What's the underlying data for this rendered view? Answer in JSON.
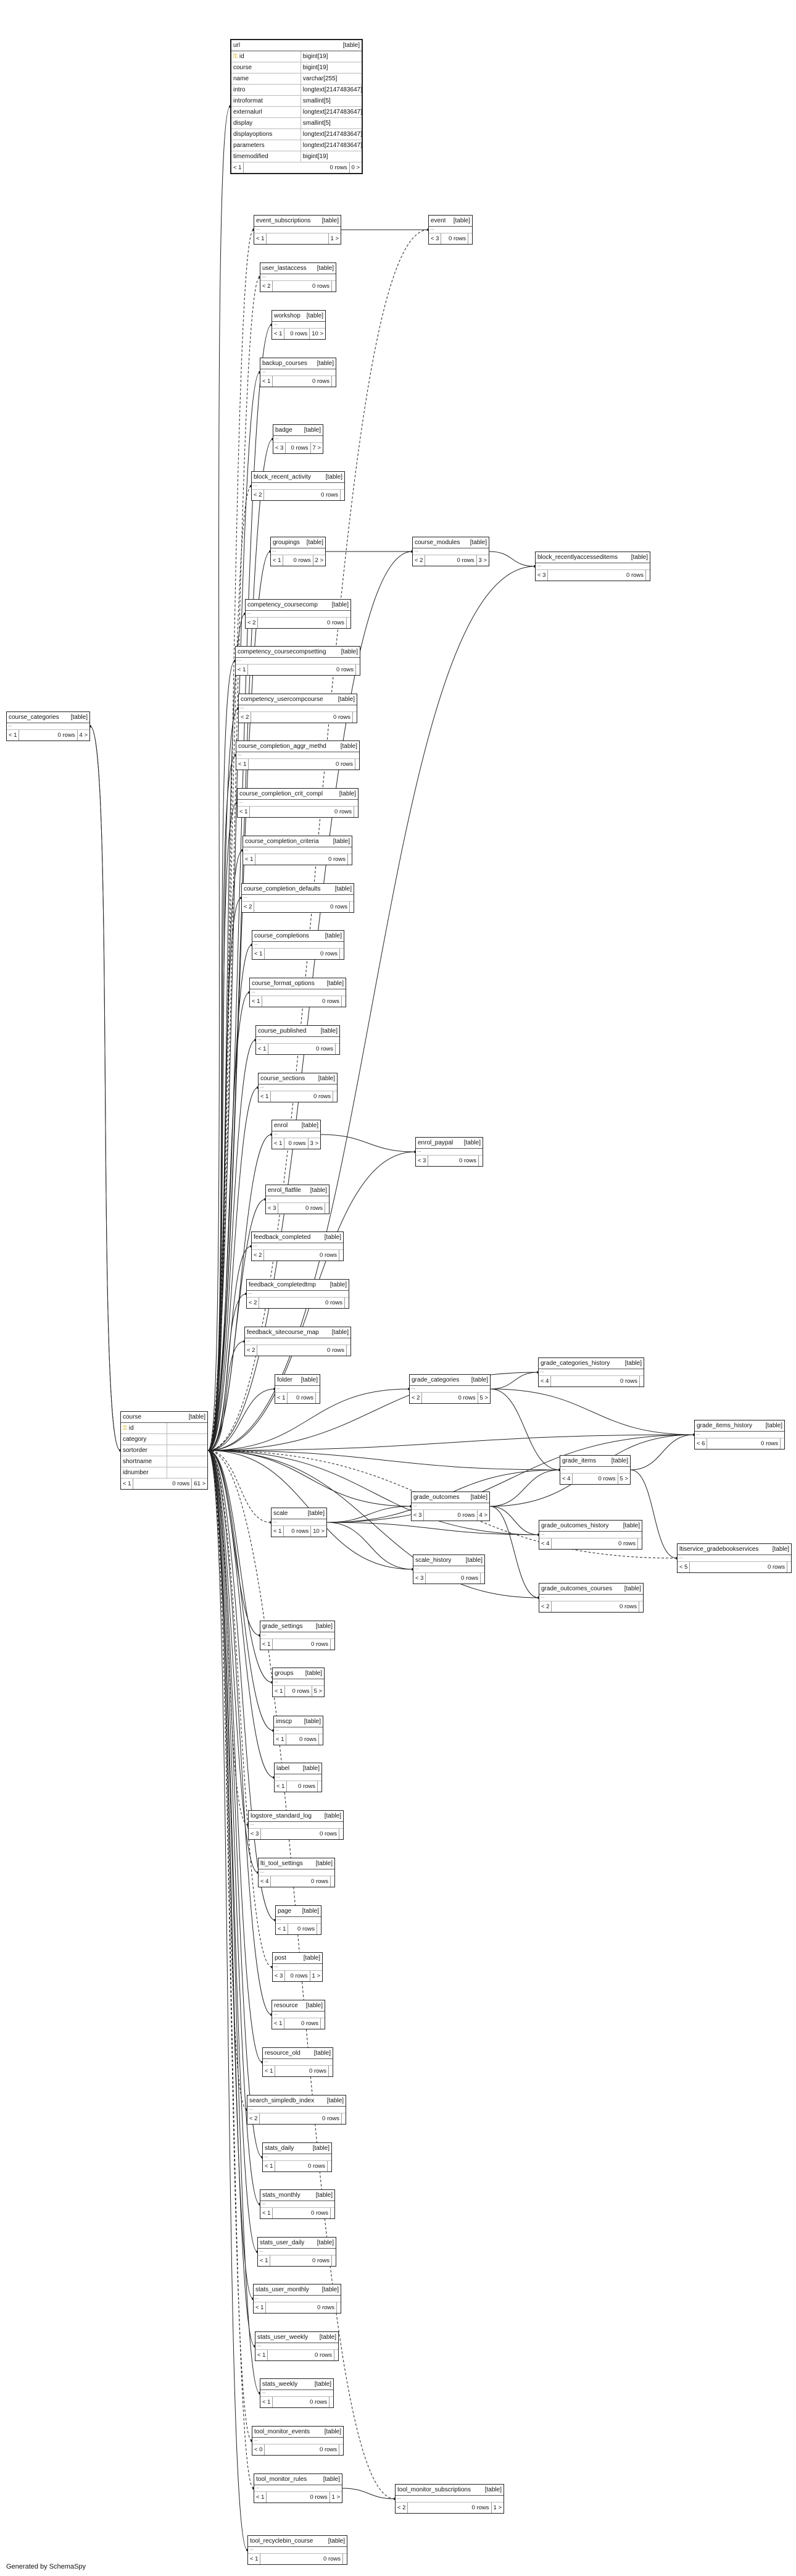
{
  "credit": "Generated by SchemaSpy",
  "tables": [
    {
      "id": "url",
      "name": "url",
      "kind": "[table]",
      "columns": [
        {
          "name": "id",
          "type": "bigint[19]",
          "key": true
        },
        {
          "name": "course",
          "type": "bigint[19]",
          "key": false
        },
        {
          "name": "name",
          "type": "varchar[255]",
          "key": false
        },
        {
          "name": "intro",
          "type": "longtext[2147483647]",
          "key": false
        },
        {
          "name": "introformat",
          "type": "smallint[5]",
          "key": false
        },
        {
          "name": "externalurl",
          "type": "longtext[2147483647]",
          "key": false
        },
        {
          "name": "display",
          "type": "smallint[5]",
          "key": false
        },
        {
          "name": "displayoptions",
          "type": "longtext[2147483647]",
          "key": false
        },
        {
          "name": "parameters",
          "type": "longtext[2147483647]",
          "key": false
        },
        {
          "name": "timemodified",
          "type": "bigint[19]",
          "key": false
        }
      ],
      "parents": "< 1",
      "rows": "0 rows",
      "children": "0 >"
    },
    {
      "id": "event_subscriptions",
      "name": "event_subscriptions",
      "kind": "[table]",
      "parents": "< 1",
      "rows": "",
      "children": "1 >"
    },
    {
      "id": "event",
      "name": "event",
      "kind": "[table]",
      "parents": "< 3",
      "rows": "0 rows",
      "children": ""
    },
    {
      "id": "user_lastaccess",
      "name": "user_lastaccess",
      "kind": "[table]",
      "parents": "< 2",
      "rows": "0 rows",
      "children": ""
    },
    {
      "id": "workshop",
      "name": "workshop",
      "kind": "[table]",
      "parents": "< 1",
      "rows": "0 rows",
      "children": "10 >"
    },
    {
      "id": "backup_courses",
      "name": "backup_courses",
      "kind": "[table]",
      "parents": "< 1",
      "rows": "0 rows",
      "children": ""
    },
    {
      "id": "badge",
      "name": "badge",
      "kind": "[table]",
      "parents": "< 3",
      "rows": "0 rows",
      "children": "7 >"
    },
    {
      "id": "block_recent_activity",
      "name": "block_recent_activity",
      "kind": "[table]",
      "parents": "< 2",
      "rows": "0 rows",
      "children": ""
    },
    {
      "id": "groupings",
      "name": "groupings",
      "kind": "[table]",
      "parents": "< 1",
      "rows": "0 rows",
      "children": "2 >"
    },
    {
      "id": "course_modules",
      "name": "course_modules",
      "kind": "[table]",
      "parents": "< 2",
      "rows": "0 rows",
      "children": "3 >"
    },
    {
      "id": "block_recentlyaccesseditems",
      "name": "block_recentlyaccesseditems",
      "kind": "[table]",
      "parents": "< 3",
      "rows": "0 rows",
      "children": ""
    },
    {
      "id": "competency_coursecomp",
      "name": "competency_coursecomp",
      "kind": "[table]",
      "parents": "< 2",
      "rows": "0 rows",
      "children": ""
    },
    {
      "id": "competency_coursecompsetting",
      "name": "competency_coursecompsetting",
      "kind": "[table]",
      "parents": "< 1",
      "rows": "0 rows",
      "children": ""
    },
    {
      "id": "competency_usercompcourse",
      "name": "competency_usercompcourse",
      "kind": "[table]",
      "parents": "< 2",
      "rows": "0 rows",
      "children": ""
    },
    {
      "id": "course_completion_aggr_methd",
      "name": "course_completion_aggr_methd",
      "kind": "[table]",
      "parents": "< 1",
      "rows": "0 rows",
      "children": ""
    },
    {
      "id": "course_completion_crit_compl",
      "name": "course_completion_crit_compl",
      "kind": "[table]",
      "parents": "< 1",
      "rows": "0 rows",
      "children": ""
    },
    {
      "id": "course_completion_criteria",
      "name": "course_completion_criteria",
      "kind": "[table]",
      "parents": "< 1",
      "rows": "0 rows",
      "children": ""
    },
    {
      "id": "course_completion_defaults",
      "name": "course_completion_defaults",
      "kind": "[table]",
      "parents": "< 2",
      "rows": "0 rows",
      "children": ""
    },
    {
      "id": "course_completions",
      "name": "course_completions",
      "kind": "[table]",
      "parents": "< 1",
      "rows": "0 rows",
      "children": ""
    },
    {
      "id": "course_format_options",
      "name": "course_format_options",
      "kind": "[table]",
      "parents": "< 1",
      "rows": "0 rows",
      "children": ""
    },
    {
      "id": "course_published",
      "name": "course_published",
      "kind": "[table]",
      "parents": "< 1",
      "rows": "0 rows",
      "children": ""
    },
    {
      "id": "course_sections",
      "name": "course_sections",
      "kind": "[table]",
      "parents": "< 1",
      "rows": "0 rows",
      "children": ""
    },
    {
      "id": "enrol",
      "name": "enrol",
      "kind": "[table]",
      "parents": "< 1",
      "rows": "0 rows",
      "children": "3 >"
    },
    {
      "id": "enrol_paypal",
      "name": "enrol_paypal",
      "kind": "[table]",
      "parents": "< 3",
      "rows": "0 rows",
      "children": ""
    },
    {
      "id": "enrol_flatfile",
      "name": "enrol_flatfile",
      "kind": "[table]",
      "parents": "< 3",
      "rows": "0 rows",
      "children": ""
    },
    {
      "id": "feedback_completed",
      "name": "feedback_completed",
      "kind": "[table]",
      "parents": "< 2",
      "rows": "0 rows",
      "children": ""
    },
    {
      "id": "feedback_completedtmp",
      "name": "feedback_completedtmp",
      "kind": "[table]",
      "parents": "< 2",
      "rows": "0 rows",
      "children": ""
    },
    {
      "id": "feedback_sitecourse_map",
      "name": "feedback_sitecourse_map",
      "kind": "[table]",
      "parents": "< 2",
      "rows": "0 rows",
      "children": ""
    },
    {
      "id": "folder",
      "name": "folder",
      "kind": "[table]",
      "parents": "< 1",
      "rows": "0 rows",
      "children": ""
    },
    {
      "id": "grade_categories",
      "name": "grade_categories",
      "kind": "[table]",
      "parents": "< 2",
      "rows": "0 rows",
      "children": "5 >"
    },
    {
      "id": "grade_categories_history",
      "name": "grade_categories_history",
      "kind": "[table]",
      "parents": "< 4",
      "rows": "0 rows",
      "children": ""
    },
    {
      "id": "grade_items_history",
      "name": "grade_items_history",
      "kind": "[table]",
      "parents": "< 6",
      "rows": "0 rows",
      "children": ""
    },
    {
      "id": "grade_items",
      "name": "grade_items",
      "kind": "[table]",
      "parents": "< 4",
      "rows": "0 rows",
      "children": "5 >"
    },
    {
      "id": "course_categories",
      "name": "course_categories",
      "kind": "[table]",
      "parents": "< 1",
      "rows": "0 rows",
      "children": "4 >"
    },
    {
      "id": "course",
      "name": "course",
      "kind": "[table]",
      "columns": [
        {
          "name": "id",
          "type": "",
          "key": true
        },
        {
          "name": "category",
          "type": "",
          "key": false
        },
        {
          "name": "sortorder",
          "type": "",
          "key": false
        },
        {
          "name": "shortname",
          "type": "",
          "key": false
        },
        {
          "name": "idnumber",
          "type": "",
          "key": false
        }
      ],
      "parents": "< 1",
      "rows": "0 rows",
      "children": "61 >"
    },
    {
      "id": "grade_outcomes",
      "name": "grade_outcomes",
      "kind": "[table]",
      "parents": "< 3",
      "rows": "0 rows",
      "children": "4 >"
    },
    {
      "id": "scale",
      "name": "scale",
      "kind": "[table]",
      "parents": "< 1",
      "rows": "0 rows",
      "children": "10 >"
    },
    {
      "id": "grade_outcomes_history",
      "name": "grade_outcomes_history",
      "kind": "[table]",
      "parents": "< 4",
      "rows": "0 rows",
      "children": ""
    },
    {
      "id": "ltiservice_gradebookservices",
      "name": "ltiservice_gradebookservices",
      "kind": "[table]",
      "parents": "< 5",
      "rows": "0 rows",
      "children": ""
    },
    {
      "id": "scale_history",
      "name": "scale_history",
      "kind": "[table]",
      "parents": "< 3",
      "rows": "0 rows",
      "children": ""
    },
    {
      "id": "grade_outcomes_courses",
      "name": "grade_outcomes_courses",
      "kind": "[table]",
      "parents": "< 2",
      "rows": "0 rows",
      "children": ""
    },
    {
      "id": "grade_settings",
      "name": "grade_settings",
      "kind": "[table]",
      "parents": "< 1",
      "rows": "0 rows",
      "children": ""
    },
    {
      "id": "groups",
      "name": "groups",
      "kind": "[table]",
      "parents": "< 1",
      "rows": "0 rows",
      "children": "5 >"
    },
    {
      "id": "imscp",
      "name": "imscp",
      "kind": "[table]",
      "parents": "< 1",
      "rows": "0 rows",
      "children": ""
    },
    {
      "id": "label",
      "name": "label",
      "kind": "[table]",
      "parents": "< 1",
      "rows": "0 rows",
      "children": ""
    },
    {
      "id": "logstore_standard_log",
      "name": "logstore_standard_log",
      "kind": "[table]",
      "parents": "< 3",
      "rows": "0 rows",
      "children": ""
    },
    {
      "id": "lti_tool_settings",
      "name": "lti_tool_settings",
      "kind": "[table]",
      "parents": "< 4",
      "rows": "0 rows",
      "children": ""
    },
    {
      "id": "page",
      "name": "page",
      "kind": "[table]",
      "parents": "< 1",
      "rows": "0 rows",
      "children": ""
    },
    {
      "id": "post",
      "name": "post",
      "kind": "[table]",
      "parents": "< 3",
      "rows": "0 rows",
      "children": "1 >"
    },
    {
      "id": "resource",
      "name": "resource",
      "kind": "[table]",
      "parents": "< 1",
      "rows": "0 rows",
      "children": ""
    },
    {
      "id": "resource_old",
      "name": "resource_old",
      "kind": "[table]",
      "parents": "< 1",
      "rows": "0 rows",
      "children": ""
    },
    {
      "id": "search_simpledb_index",
      "name": "search_simpledb_index",
      "kind": "[table]",
      "parents": "< 2",
      "rows": "0 rows",
      "children": ""
    },
    {
      "id": "stats_daily",
      "name": "stats_daily",
      "kind": "[table]",
      "parents": "< 1",
      "rows": "0 rows",
      "children": ""
    },
    {
      "id": "stats_monthly",
      "name": "stats_monthly",
      "kind": "[table]",
      "parents": "< 1",
      "rows": "0 rows",
      "children": ""
    },
    {
      "id": "stats_user_daily",
      "name": "stats_user_daily",
      "kind": "[table]",
      "parents": "< 1",
      "rows": "0 rows",
      "children": ""
    },
    {
      "id": "stats_user_monthly",
      "name": "stats_user_monthly",
      "kind": "[table]",
      "parents": "< 1",
      "rows": "0 rows",
      "children": ""
    },
    {
      "id": "stats_user_weekly",
      "name": "stats_user_weekly",
      "kind": "[table]",
      "parents": "< 1",
      "rows": "0 rows",
      "children": ""
    },
    {
      "id": "stats_weekly",
      "name": "stats_weekly",
      "kind": "[table]",
      "parents": "< 1",
      "rows": "0 rows",
      "children": ""
    },
    {
      "id": "tool_monitor_events",
      "name": "tool_monitor_events",
      "kind": "[table]",
      "parents": "< 0",
      "rows": "0 rows",
      "children": ""
    },
    {
      "id": "tool_monitor_rules",
      "name": "tool_monitor_rules",
      "kind": "[table]",
      "parents": "< 1",
      "rows": "0 rows",
      "children": "1 >"
    },
    {
      "id": "tool_monitor_subscriptions",
      "name": "tool_monitor_subscriptions",
      "kind": "[table]",
      "parents": "< 2",
      "rows": "0 rows",
      "children": "1 >"
    },
    {
      "id": "tool_recyclebin_course",
      "name": "tool_recyclebin_course",
      "kind": "[table]",
      "parents": "< 1",
      "rows": "0 rows",
      "children": ""
    }
  ],
  "relations": [
    {
      "from": "url",
      "to": "course",
      "dashed": false
    },
    {
      "from": "event_subscriptions",
      "to": "course",
      "dashed": true
    },
    {
      "from": "event",
      "to": "course",
      "dashed": true
    },
    {
      "from": "event",
      "to": "event_subscriptions",
      "dashed": false
    },
    {
      "from": "user_lastaccess",
      "to": "course",
      "dashed": true
    },
    {
      "from": "workshop",
      "to": "course",
      "dashed": false
    },
    {
      "from": "backup_courses",
      "to": "course",
      "dashed": false
    },
    {
      "from": "badge",
      "to": "course",
      "dashed": false
    },
    {
      "from": "block_recent_activity",
      "to": "course",
      "dashed": true
    },
    {
      "from": "groupings",
      "to": "course",
      "dashed": false
    },
    {
      "from": "course_modules",
      "to": "course",
      "dashed": false
    },
    {
      "from": "course_modules",
      "to": "groupings",
      "dashed": false
    },
    {
      "from": "block_recentlyaccesseditems",
      "to": "course",
      "dashed": false
    },
    {
      "from": "block_recentlyaccesseditems",
      "to": "course_modules",
      "dashed": false
    },
    {
      "from": "competency_coursecomp",
      "to": "course",
      "dashed": false
    },
    {
      "from": "competency_coursecompsetting",
      "to": "course",
      "dashed": false
    },
    {
      "from": "competency_usercompcourse",
      "to": "course",
      "dashed": false
    },
    {
      "from": "course_completion_aggr_methd",
      "to": "course",
      "dashed": false
    },
    {
      "from": "course_completion_crit_compl",
      "to": "course",
      "dashed": false
    },
    {
      "from": "course_completion_criteria",
      "to": "course",
      "dashed": false
    },
    {
      "from": "course_completion_defaults",
      "to": "course",
      "dashed": false
    },
    {
      "from": "course_completions",
      "to": "course",
      "dashed": false
    },
    {
      "from": "course_format_options",
      "to": "course",
      "dashed": false
    },
    {
      "from": "course_published",
      "to": "course",
      "dashed": false
    },
    {
      "from": "course_sections",
      "to": "course",
      "dashed": false
    },
    {
      "from": "enrol",
      "to": "course",
      "dashed": false
    },
    {
      "from": "enrol_paypal",
      "to": "course",
      "dashed": false
    },
    {
      "from": "enrol_paypal",
      "to": "enrol",
      "dashed": false
    },
    {
      "from": "enrol_flatfile",
      "to": "course",
      "dashed": false
    },
    {
      "from": "feedback_completed",
      "to": "course",
      "dashed": false
    },
    {
      "from": "feedback_completedtmp",
      "to": "course",
      "dashed": false
    },
    {
      "from": "feedback_sitecourse_map",
      "to": "course",
      "dashed": false
    },
    {
      "from": "folder",
      "to": "course",
      "dashed": false
    },
    {
      "from": "grade_categories",
      "to": "course",
      "dashed": false
    },
    {
      "from": "grade_categories_history",
      "to": "course",
      "dashed": false
    },
    {
      "from": "grade_categories_history",
      "to": "grade_categories",
      "dashed": false
    },
    {
      "from": "grade_items_history",
      "to": "course",
      "dashed": false
    },
    {
      "from": "grade_items_history",
      "to": "grade_categories",
      "dashed": false
    },
    {
      "from": "grade_items_history",
      "to": "grade_items",
      "dashed": false
    },
    {
      "from": "grade_items_history",
      "to": "grade_outcomes",
      "dashed": false
    },
    {
      "from": "grade_items_history",
      "to": "scale",
      "dashed": false
    },
    {
      "from": "grade_items",
      "to": "course",
      "dashed": false
    },
    {
      "from": "grade_items",
      "to": "grade_categories",
      "dashed": false
    },
    {
      "from": "grade_items",
      "to": "grade_outcomes",
      "dashed": false
    },
    {
      "from": "grade_items",
      "to": "scale",
      "dashed": false
    },
    {
      "from": "course_categories",
      "to": "course",
      "dashed": false
    },
    {
      "from": "course",
      "to": "course_categories",
      "dashed": false
    },
    {
      "from": "grade_outcomes",
      "to": "course",
      "dashed": false
    },
    {
      "from": "grade_outcomes",
      "to": "scale",
      "dashed": false
    },
    {
      "from": "scale",
      "to": "course",
      "dashed": true
    },
    {
      "from": "grade_outcomes_history",
      "to": "course",
      "dashed": false
    },
    {
      "from": "grade_outcomes_history",
      "to": "scale",
      "dashed": false
    },
    {
      "from": "grade_outcomes_history",
      "to": "grade_outcomes",
      "dashed": false
    },
    {
      "from": "ltiservice_gradebookservices",
      "to": "course",
      "dashed": true
    },
    {
      "from": "ltiservice_gradebookservices",
      "to": "grade_items",
      "dashed": false
    },
    {
      "from": "scale_history",
      "to": "course",
      "dashed": false
    },
    {
      "from": "scale_history",
      "to": "scale",
      "dashed": false
    },
    {
      "from": "grade_outcomes_courses",
      "to": "course",
      "dashed": false
    },
    {
      "from": "grade_outcomes_courses",
      "to": "grade_outcomes",
      "dashed": false
    },
    {
      "from": "grade_settings",
      "to": "course",
      "dashed": false
    },
    {
      "from": "groups",
      "to": "course",
      "dashed": false
    },
    {
      "from": "imscp",
      "to": "course",
      "dashed": false
    },
    {
      "from": "label",
      "to": "course",
      "dashed": false
    },
    {
      "from": "logstore_standard_log",
      "to": "course",
      "dashed": true
    },
    {
      "from": "lti_tool_settings",
      "to": "course",
      "dashed": false
    },
    {
      "from": "page",
      "to": "course",
      "dashed": false
    },
    {
      "from": "post",
      "to": "course",
      "dashed": true
    },
    {
      "from": "resource",
      "to": "course",
      "dashed": false
    },
    {
      "from": "resource_old",
      "to": "course",
      "dashed": false
    },
    {
      "from": "search_simpledb_index",
      "to": "course",
      "dashed": true
    },
    {
      "from": "stats_daily",
      "to": "course",
      "dashed": false
    },
    {
      "from": "stats_monthly",
      "to": "course",
      "dashed": false
    },
    {
      "from": "stats_user_daily",
      "to": "course",
      "dashed": false
    },
    {
      "from": "stats_user_monthly",
      "to": "course",
      "dashed": false
    },
    {
      "from": "stats_user_weekly",
      "to": "course",
      "dashed": false
    },
    {
      "from": "stats_weekly",
      "to": "course",
      "dashed": false
    },
    {
      "from": "tool_monitor_events",
      "to": "course",
      "dashed": true
    },
    {
      "from": "tool_monitor_rules",
      "to": "course",
      "dashed": true
    },
    {
      "from": "tool_monitor_subscriptions",
      "to": "course",
      "dashed": true
    },
    {
      "from": "tool_monitor_subscriptions",
      "to": "tool_monitor_rules",
      "dashed": false
    },
    {
      "from": "tool_recyclebin_course",
      "to": "course",
      "dashed": false
    }
  ]
}
